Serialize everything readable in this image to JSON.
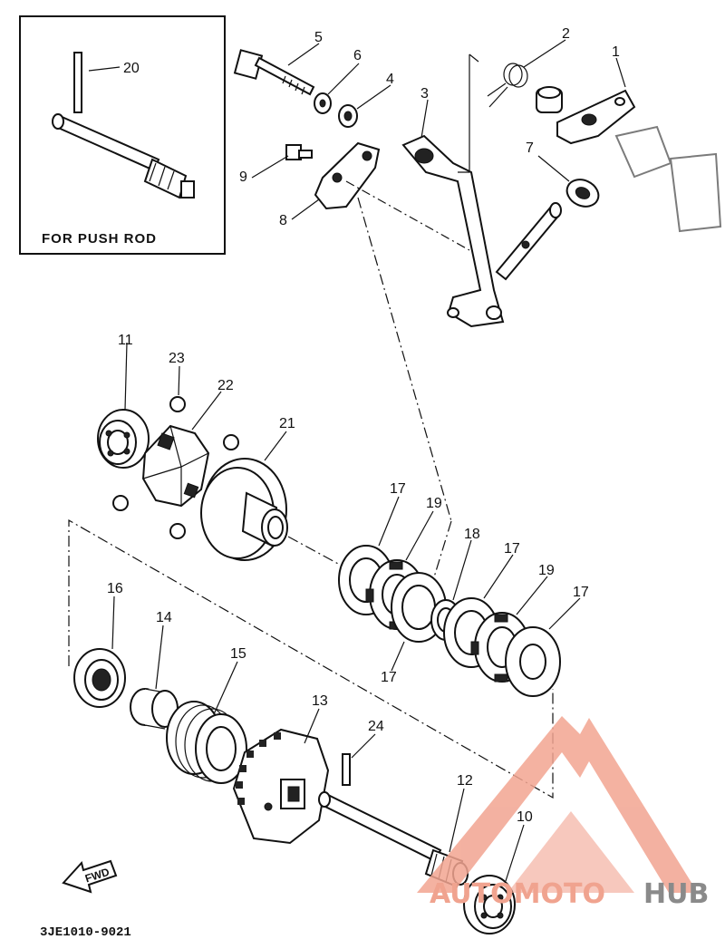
{
  "diagram": {
    "inset_caption": "FOR PUSH ROD",
    "drawing_code": "3JE1010-9021",
    "fwd_label": "FWD",
    "part_numbers": [
      "1",
      "2",
      "3",
      "4",
      "5",
      "6",
      "7",
      "8",
      "9",
      "10",
      "11",
      "12",
      "13",
      "14",
      "15",
      "16",
      "17",
      "17",
      "17",
      "17",
      "18",
      "19",
      "19",
      "20",
      "21",
      "22",
      "23",
      "24"
    ]
  },
  "watermark": {
    "part_a": "AUTOMOTO",
    "part_b": "HUB",
    "colors": {
      "triangle": "#f2a491",
      "auto": "#f0a38f",
      "hub": "#8a8a8a"
    }
  }
}
